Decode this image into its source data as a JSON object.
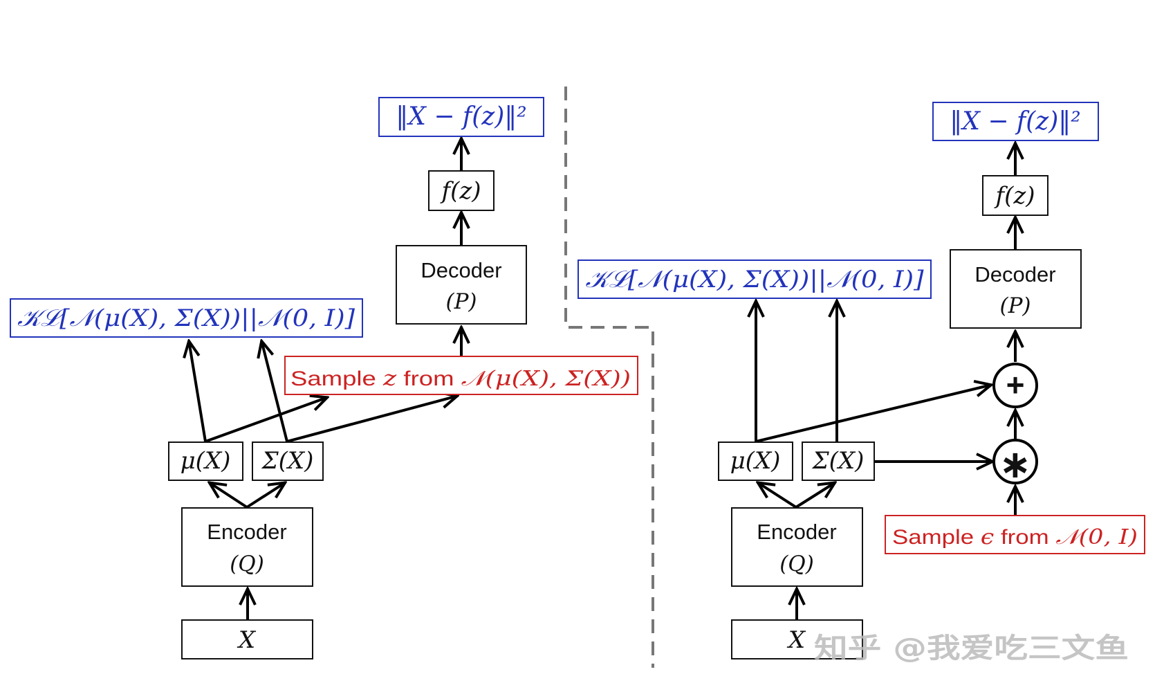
{
  "left": {
    "loss_label": "‖X − f(z)‖²",
    "fz_label": "f(z)",
    "decoder_label": "Decoder",
    "decoder_param": "(P)",
    "kl_label": "𝒦ℒ[𝒩(μ(X), Σ(X))||𝒩(0, I)]",
    "sample_label_prefix": "Sample ",
    "sample_label_var": "z",
    "sample_label_mid": " from ",
    "sample_label_dist": "𝒩(μ(X), Σ(X))",
    "mu_label": "μ(X)",
    "sigma_label": "Σ(X)",
    "encoder_label": "Encoder",
    "encoder_param": "(Q)",
    "input_label": "X"
  },
  "right": {
    "loss_label": "‖X − f(z)‖²",
    "fz_label": "f(z)",
    "decoder_label": "Decoder",
    "decoder_param": "(P)",
    "kl_label": "𝒦ℒ[𝒩(μ(X), Σ(X))||𝒩(0, I)]",
    "plus_symbol": "+",
    "times_symbol": "∗",
    "sample_label_prefix": "Sample ",
    "sample_label_var": "ϵ",
    "sample_label_mid": " from ",
    "sample_label_dist": "𝒩(0, I)",
    "mu_label": "μ(X)",
    "sigma_label": "Σ(X)",
    "encoder_label": "Encoder",
    "encoder_param": "(Q)",
    "input_label": "X"
  },
  "watermark": "知乎 @我爱吃三文鱼",
  "colors": {
    "blue": "#2233bb",
    "red": "#cc2222",
    "divider": "#777777"
  }
}
